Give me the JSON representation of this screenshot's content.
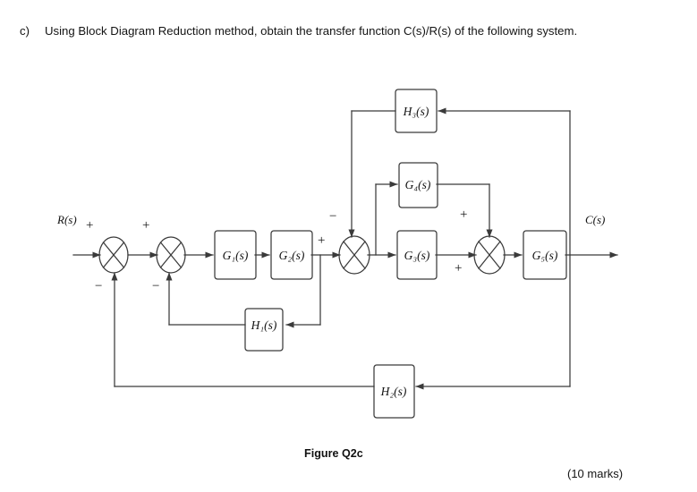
{
  "question": {
    "label": "c)",
    "text": "Using Block Diagram Reduction method, obtain the transfer function C(s)/R(s) of the following system."
  },
  "figure": {
    "caption": "Figure Q2c",
    "marks": "(10 marks)",
    "input_signal": "R(s)",
    "output_signal": "C(s)",
    "blocks": {
      "g1": "G₁(s)",
      "g2": "G₂(s)",
      "g3": "G₃(s)",
      "g4": "G₄(s)",
      "g5": "G₅(s)",
      "h1": "H₁(s)",
      "h2": "H₂(s)",
      "h3": "H₃(s)"
    },
    "signs": {
      "sum1_plus": "+",
      "sum1_minus": "−",
      "sum2_plus": "+",
      "sum2_minus": "−",
      "sum3_plus": "+",
      "sum3_minus": "−",
      "sum4_plus_top": "+",
      "sum4_plus_left": "+"
    }
  },
  "colors": {
    "line": "#3a3a3a",
    "text": "#141414",
    "background": "#ffffff"
  }
}
